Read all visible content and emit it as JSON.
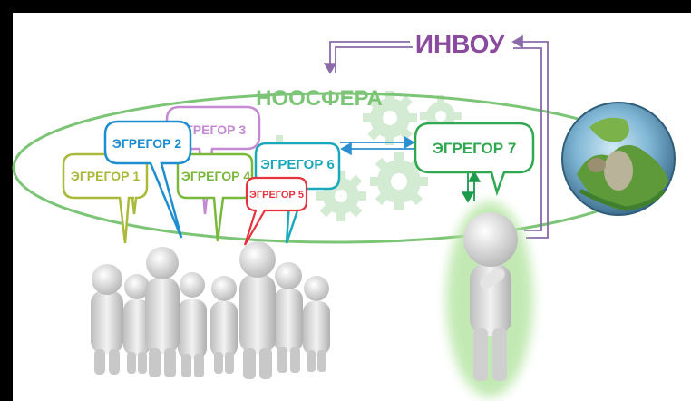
{
  "title": "ИНВОУ",
  "noosphere_label": "НООСФЕРА",
  "egregores": [
    {
      "key": "e1",
      "label": "ЭГРЕГОР 1",
      "color": "#a9b93a"
    },
    {
      "key": "e2",
      "label": "ЭГРЕГОР 2",
      "color": "#1f8ed0"
    },
    {
      "key": "e3",
      "label": "ЭГРЕГОР 3",
      "color": "#c58ad4"
    },
    {
      "key": "e4",
      "label": "ЭГРЕГОР 4",
      "color": "#79b83a"
    },
    {
      "key": "e5",
      "label": "ЭГРЕГОР 5",
      "color": "#e6333f"
    },
    {
      "key": "e6",
      "label": "ЭГРЕГОР 6",
      "color": "#19a9ba"
    },
    {
      "key": "e7",
      "label": "ЭГРЕГОР 7",
      "color": "#2fa84f"
    }
  ],
  "colors": {
    "title": "#8a4a9e",
    "noosphere": "#7cc576",
    "gears": "#d3ebd3",
    "arrow_purple": "#8a6aa8",
    "arrow_blue": "#2c8fd0",
    "arrow_green": "#1a9a4a",
    "figure": "#d9d9d9",
    "figure_glow": "#b8e6a6"
  },
  "icons": [
    "gears-icon",
    "earth-globe-icon",
    "person-figure-icon"
  ]
}
